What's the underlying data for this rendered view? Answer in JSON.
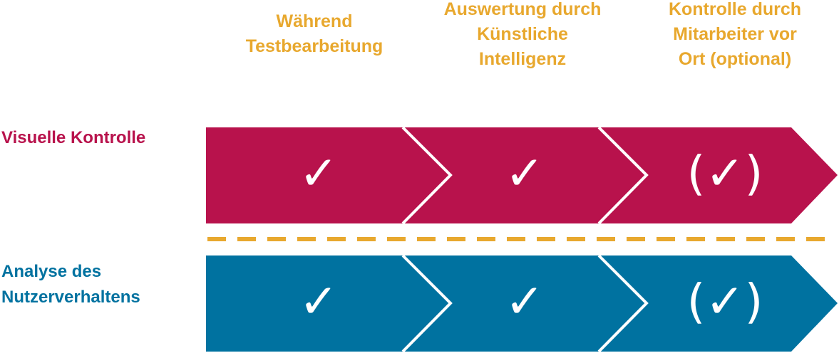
{
  "columns": [
    {
      "lines": [
        "Während",
        "Testbearbeitung"
      ]
    },
    {
      "lines": [
        "Auswertung durch",
        "Künstliche",
        "Intelligenz"
      ]
    },
    {
      "lines": [
        "Kontrolle durch",
        "Mitarbeiter vor",
        "Ort (optional)"
      ]
    }
  ],
  "rows": [
    {
      "label_lines": [
        "Visuelle Kontrolle"
      ],
      "color": "#B8124C",
      "marks": [
        "✓",
        "✓",
        "(✓)"
      ]
    },
    {
      "label_lines": [
        "Analyse des",
        "Nutzerverhaltens"
      ],
      "color": "#0072A0",
      "marks": [
        "✓",
        "✓",
        "(✓)"
      ]
    }
  ],
  "colors": {
    "header": "#E8A82E",
    "divider": "#E8A82E",
    "chevron_outline": "#FFFFFF"
  }
}
